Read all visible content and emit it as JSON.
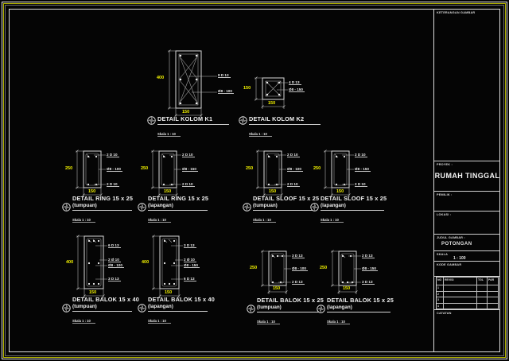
{
  "colors": {
    "background": "#050505",
    "line": "#d9d9d9",
    "dimension_yellow": "#f2f200",
    "border_yellow": "#b8b800"
  },
  "titleblock": {
    "keterangan_label": "KETERANGAN GAMBAR",
    "proyek_label": "PROYEK :",
    "proyek_value": "RUMAH TINGGAL",
    "pemilik_label": "PEMILIK :",
    "lokasi_label": "LOKASI :",
    "judul_label": "JUDUL GAMBAR :",
    "judul_value": "POTONGAN",
    "skala_label": "SKALA",
    "skala_value": "1 : 100",
    "kode_label": "KODE GAMBAR",
    "catatan_label": "CATATAN",
    "rev_table": {
      "headers": [
        "NO",
        "REVISI",
        "TGL",
        "PAR"
      ],
      "rows": [
        "1",
        "2",
        "3",
        "4"
      ]
    }
  },
  "details": [
    {
      "title": "DETAIL KOLOM K1",
      "subtitle": "",
      "scale": "Skala 1 : 10",
      "dim_left": "400",
      "dim_bottom": "150",
      "ann": [
        "8 D 13",
        "Ø8 - 100"
      ]
    },
    {
      "title": "DETAIL KOLOM K2",
      "subtitle": "",
      "scale": "Skala 1 : 10",
      "dim_left": "150",
      "dim_bottom": "150",
      "ann": [
        "4 D 13",
        "Ø8 - 150"
      ]
    },
    {
      "title": "DETAIL RING 15 x 25",
      "subtitle": "(tumpuan)",
      "scale": "Skala 1 : 10",
      "dim_left": "250",
      "dim_bottom": "150",
      "ann": [
        "2 D 10",
        "Ø8 - 100",
        "2 D 10"
      ]
    },
    {
      "title": "DETAIL RING 15 x 25",
      "subtitle": "(lapangan)",
      "scale": "Skala 1 : 10",
      "dim_left": "250",
      "dim_bottom": "150",
      "ann": [
        "2 D 10",
        "Ø8 - 150",
        "2 D 10"
      ]
    },
    {
      "title": "DETAIL SLOOF 15 x 25",
      "subtitle": "(tumpuan)",
      "scale": "Skala 1 : 10",
      "dim_left": "250",
      "dim_bottom": "150",
      "ann": [
        "2 D 10",
        "Ø8 - 100",
        "2 D 10"
      ]
    },
    {
      "title": "DETAIL SLOOF 15 x 25",
      "subtitle": "(lapangan)",
      "scale": "Skala 1 : 10",
      "dim_left": "250",
      "dim_bottom": "150",
      "ann": [
        "2 D 10",
        "Ø8 - 150",
        "2 D 10"
      ]
    },
    {
      "title": "DETAIL BALOK 15 x 40",
      "subtitle": "(tumpuan)",
      "scale": "Skala 1 : 10",
      "dim_left": "400",
      "dim_bottom": "150",
      "ann": [
        "6 D 13",
        "2 Ø 10",
        "Ø8 - 100",
        "3 D 13"
      ]
    },
    {
      "title": "DETAIL BALOK 15 x 40",
      "subtitle": "(lapangan)",
      "scale": "Skala 1 : 10",
      "dim_left": "400",
      "dim_bottom": "150",
      "ann": [
        "3 D 13",
        "2 Ø 10",
        "Ø8 - 150",
        "6 D 13"
      ]
    },
    {
      "title": "DETAIL BALOK 15 x 25",
      "subtitle": "(tumpuan)",
      "scale": "Skala 1 : 10",
      "dim_left": "250",
      "dim_bottom": "150",
      "ann": [
        "3 D 13",
        "Ø8 - 100",
        "2 D 13"
      ]
    },
    {
      "title": "DETAIL BALOK 15 x 25",
      "subtitle": "(lapangan)",
      "scale": "Skala 1 : 10",
      "dim_left": "250",
      "dim_bottom": "150",
      "ann": [
        "2 D 13",
        "Ø8 - 150",
        "3 D 13"
      ]
    }
  ]
}
